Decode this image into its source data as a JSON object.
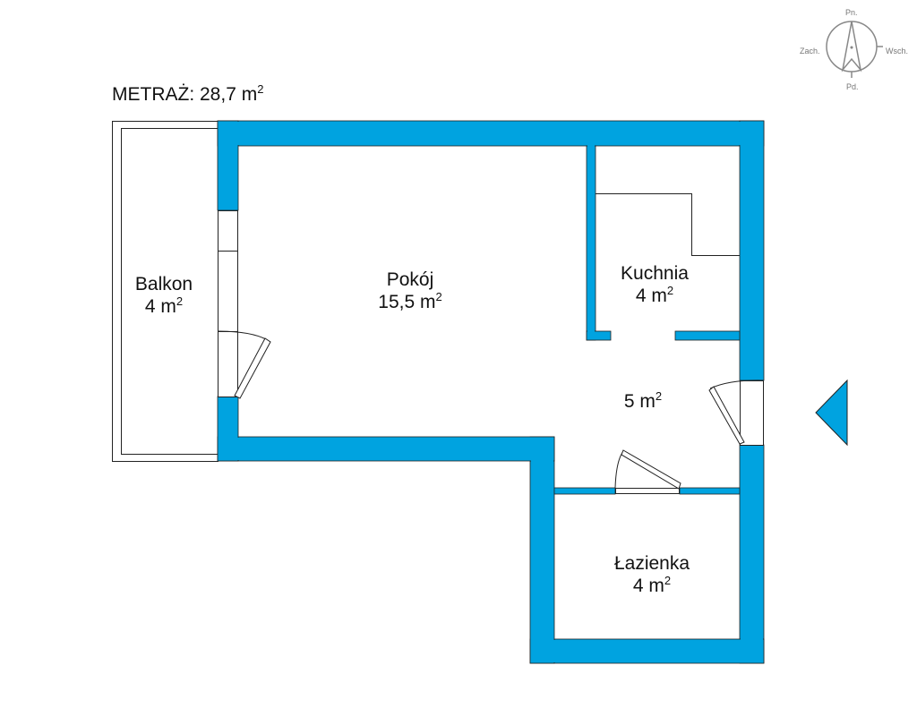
{
  "header": {
    "area_label": "METRAŻ: 28,7 m",
    "area_sup": "2"
  },
  "compass": {
    "north": "Pn.",
    "south": "Pd.",
    "west": "Zach.",
    "east": "Wsch."
  },
  "rooms": [
    {
      "name": "Balkon",
      "area": "4 m",
      "sup": "2"
    },
    {
      "name": "Pokój",
      "area": "15,5 m",
      "sup": "2"
    },
    {
      "name": "Kuchnia",
      "area": "4 m",
      "sup": "2"
    },
    {
      "name": "",
      "area": "5 m",
      "sup": "2"
    },
    {
      "name": "Łazienka",
      "area": "4 m",
      "sup": "2"
    }
  ],
  "colors": {
    "wall": "#00a3e0",
    "line": "#222222"
  }
}
